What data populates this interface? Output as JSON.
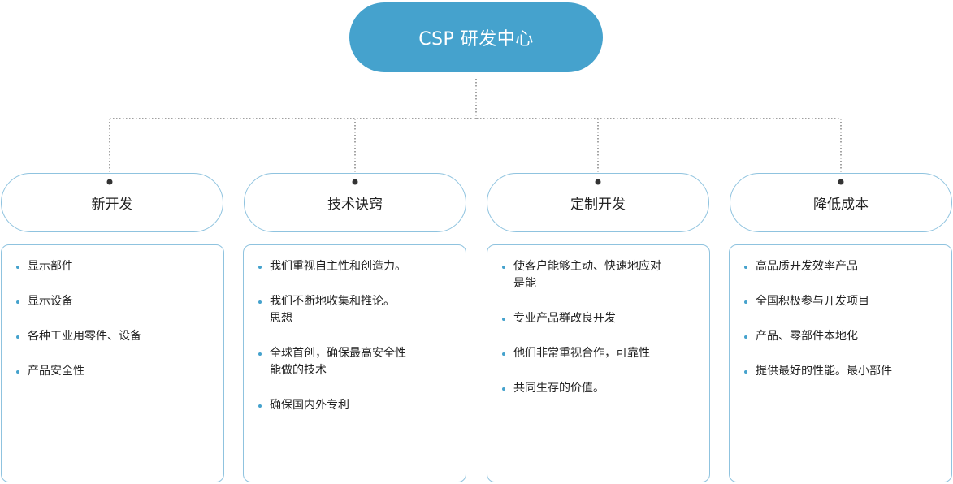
{
  "root": {
    "title": "CSP 研发中心"
  },
  "colors": {
    "accent": "#45a2cd",
    "border": "#8fc3df",
    "connector": "#555555"
  },
  "branches": [
    {
      "title": "新开发",
      "items": [
        "显示部件",
        "显示设备",
        "各种工业用零件、设备",
        "产品安全性"
      ]
    },
    {
      "title": "技术诀窍",
      "items": [
        "我们重视自主性和创造力。",
        "我们不断地收集和推论。\n思想",
        "全球首创，确保最高安全性\n能做的技术",
        "确保国内外专利"
      ]
    },
    {
      "title": "定制开发",
      "items": [
        "使客户能够主动、快速地应对\n是能",
        "专业产品群改良开发",
        "他们非常重视合作，可靠性",
        "共同生存的价值。"
      ]
    },
    {
      "title": "降低成本",
      "items": [
        "高品质开发效率产品",
        "全国积极参与开发项目",
        "产品、零部件本地化",
        "提供最好的性能。最小部件"
      ]
    }
  ]
}
